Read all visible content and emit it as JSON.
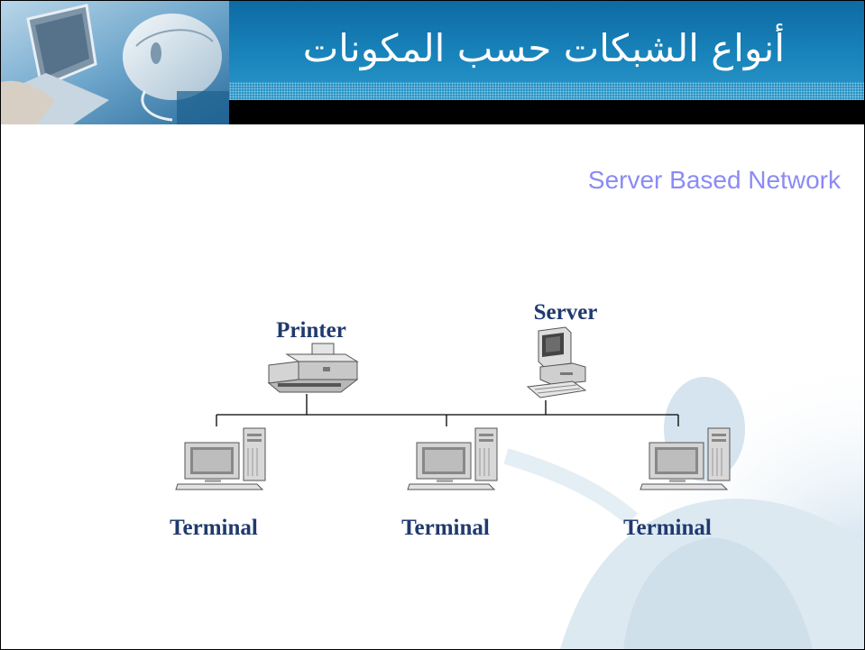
{
  "slide": {
    "title": "أنواع الشبكات حسب المكونات",
    "subtitle": "Server Based Network"
  },
  "diagram": {
    "nodes": [
      {
        "id": "printer",
        "label": "Printer",
        "icon": "printer-icon"
      },
      {
        "id": "server",
        "label": "Server",
        "icon": "server-computer-icon"
      },
      {
        "id": "terminal1",
        "label": "Terminal",
        "icon": "desktop-computer-icon"
      },
      {
        "id": "terminal2",
        "label": "Terminal",
        "icon": "desktop-computer-icon"
      },
      {
        "id": "terminal3",
        "label": "Terminal",
        "icon": "desktop-computer-icon"
      }
    ],
    "bus": {
      "connects": [
        "printer",
        "server",
        "terminal1",
        "terminal2",
        "terminal3"
      ]
    }
  },
  "colors": {
    "title_bar": "#1a78ad",
    "subtitle": "#8b8bf3",
    "label": "#1f3a6e",
    "line": "#000000"
  }
}
